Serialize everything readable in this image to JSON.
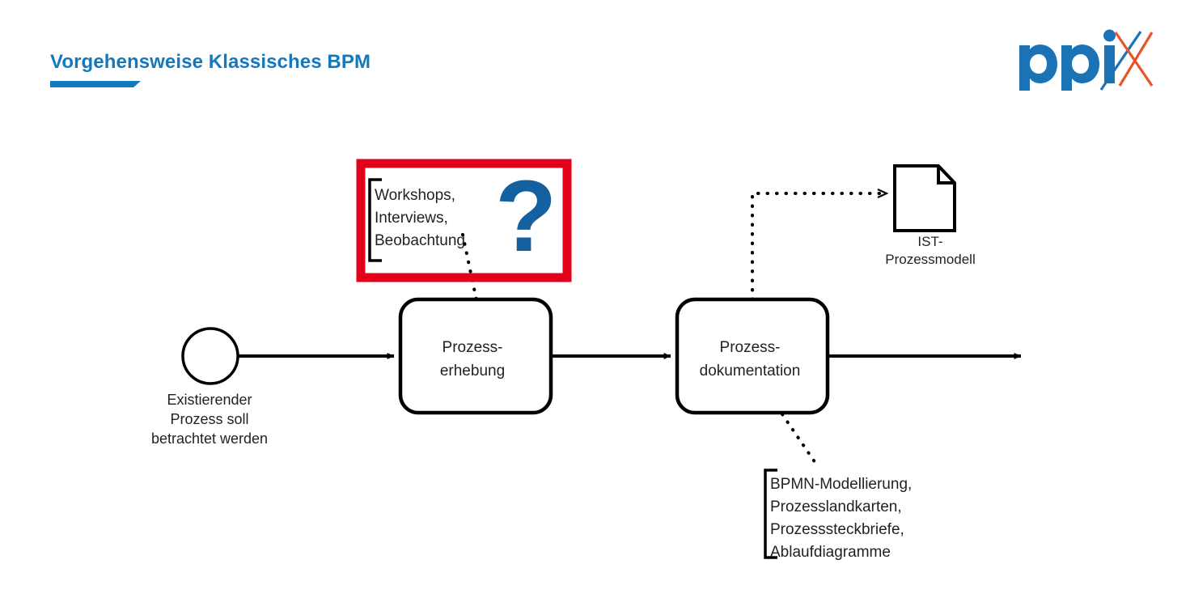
{
  "header": {
    "title": "Vorgehensweise Klassisches BPM",
    "accent_color": "#1479BC",
    "underline": "title-underline"
  },
  "logo": {
    "wordmark": "ppi",
    "mark": "x",
    "blue": "#1B72B5",
    "orange": "#E8542A"
  },
  "diagram": {
    "type": "bpmn-process-flow",
    "start_event": {
      "shape": "circle",
      "label": "Existierender\nProzess soll\nbetrachtet werden"
    },
    "tasks": [
      {
        "id": "task-prozesserhebung",
        "label": "Prozess-\nerhebung"
      },
      {
        "id": "task-prozessdokumentation",
        "label": "Prozess-\ndokumentation"
      }
    ],
    "data_object": {
      "id": "ist-prozessmodell",
      "label": "IST-\nProzessmodell"
    },
    "annotations": [
      {
        "id": "annotation-erhebung",
        "text": "Workshops,\nInterviews,\nBeobachtung",
        "highlight": true,
        "highlight_color": "#E2001A",
        "marker": "?",
        "marker_color": "#15609F"
      },
      {
        "id": "annotation-dokumentation",
        "text": "BPMN-Modellierung,\nProzesslandkarten,\nProzesssteckbriefe,\nAblaufdiagramme",
        "highlight": false
      }
    ],
    "connectors": [
      {
        "from": "start-event",
        "to": "task-prozesserhebung",
        "style": "solid-arrow"
      },
      {
        "from": "task-prozesserhebung",
        "to": "task-prozessdokumentation",
        "style": "solid-arrow"
      },
      {
        "from": "task-prozessdokumentation",
        "to": "process-continues",
        "style": "solid-arrow"
      },
      {
        "from": "annotation-erhebung",
        "to": "task-prozesserhebung",
        "style": "dotted"
      },
      {
        "from": "task-prozessdokumentation",
        "to": "ist-prozessmodell",
        "style": "dotted-arrow"
      },
      {
        "from": "task-prozessdokumentation",
        "to": "annotation-dokumentation",
        "style": "dotted"
      }
    ],
    "line_color": "#000000"
  }
}
